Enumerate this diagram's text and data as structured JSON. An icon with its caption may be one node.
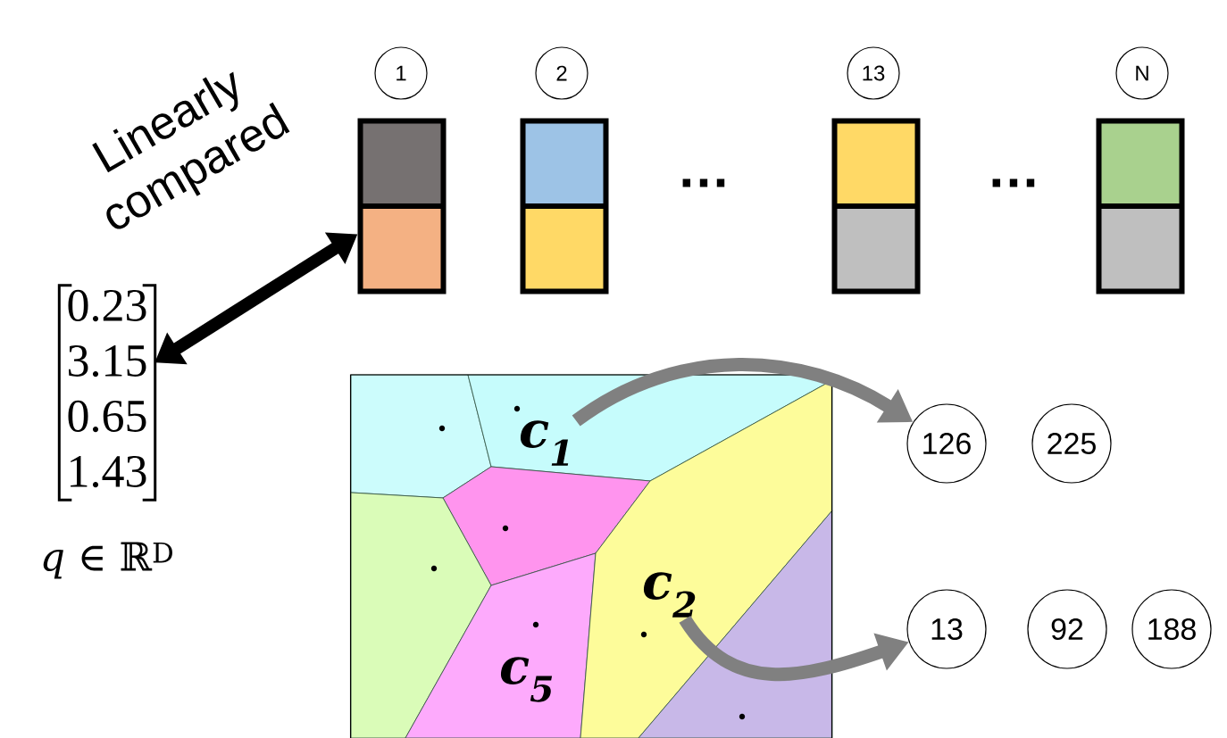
{
  "diagram": {
    "nodes": [
      {
        "text": [
          "0.23",
          "3.15",
          "0.65",
          "1.43"
        ],
        "beside": [
          "*q* ∈ ℝ$^{D}$"
        ]
      },
      {
        "text": [
          "1"
        ]
      },
      {
        "text": [
          "2"
        ]
      },
      {
        "text": [
          "13"
        ]
      },
      {
        "text": [
          "N"
        ]
      },
      {
        "text": [],
        "shape": "box"
      },
      {
        "text": [],
        "shape": "box"
      },
      {
        "text": [],
        "shape": "box"
      },
      {
        "text": [],
        "shape": "box"
      },
      {
        "text": [],
        "shape": "picture"
      },
      {
        "text": [
          "c$_{1}$"
        ],
        "in": 9
      },
      {
        "text": [
          "c$_{2}$"
        ],
        "in": 9
      },
      {
        "text": [
          "c$_{5}$"
        ],
        "in": 9
      },
      {
        "text": [
          "126"
        ]
      },
      {
        "text": [
          "225"
        ]
      },
      {
        "text": [
          "13"
        ]
      },
      {
        "text": [
          "92"
        ]
      },
      {
        "text": [
          "188"
        ]
      }
    ],
    "edges": [
      {
        "from": 0,
        "to": 5,
        "arrow": "both",
        "label": "Linearly compared",
        "color": "#000000"
      },
      {
        "from": 10,
        "to": 13,
        "arrow": "to"
      },
      {
        "from": 11,
        "to": 15,
        "arrow": "to"
      }
    ],
    "labels": [
      "…",
      "…"
    ]
  }
}
